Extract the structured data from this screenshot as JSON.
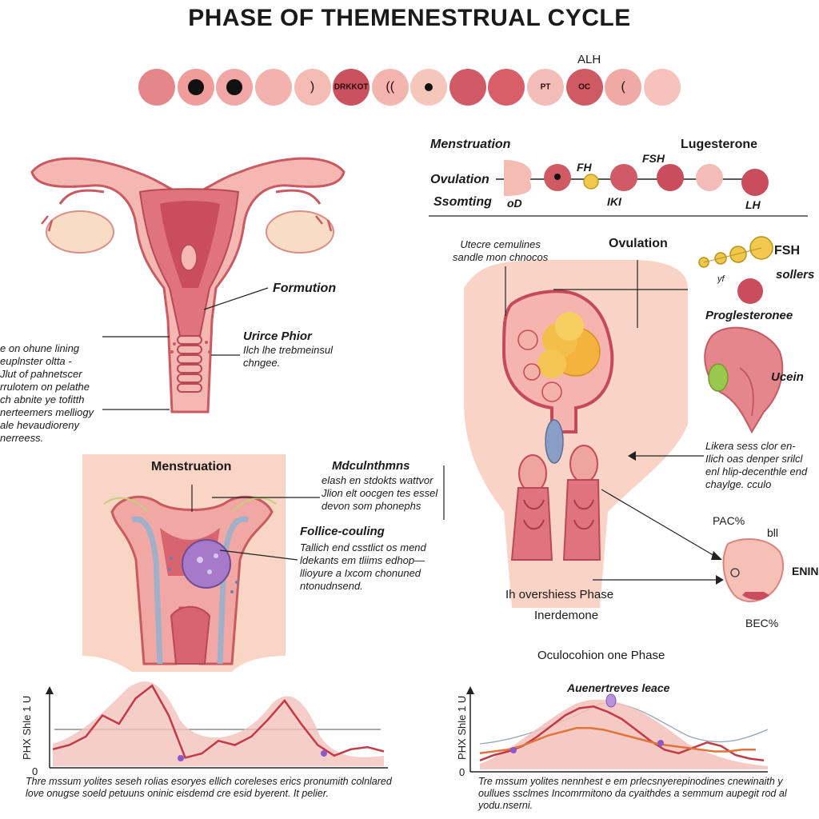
{
  "title": "PHASE OF THEMENESTRUAL CYCLE",
  "top_strip": {
    "marker": "ALH",
    "circles": [
      {
        "color": "#e5868a",
        "label": ""
      },
      {
        "color": "#ef9c9a",
        "label": "dot-large"
      },
      {
        "color": "#f0a7a5",
        "label": "dot-large"
      },
      {
        "color": "#f3b2ad",
        "label": ""
      },
      {
        "color": "#f4bcb3",
        "label": ")"
      },
      {
        "color": "#c9525e",
        "label": "DRKKOT"
      },
      {
        "color": "#f3b5ad",
        "label": "(("
      },
      {
        "color": "#f6c6bd",
        "label": "dot-small"
      },
      {
        "color": "#d05a65",
        "label": ""
      },
      {
        "color": "#d85e68",
        "label": ""
      },
      {
        "color": "#f4bcb6",
        "label": "PT"
      },
      {
        "color": "#cf5a63",
        "label": "OC"
      },
      {
        "color": "#f0aaa6",
        "label": "("
      },
      {
        "color": "#f6c2bb",
        "label": ""
      }
    ]
  },
  "legend_right": {
    "menstruation": "Menstruation",
    "lugesterone": "Lugesterone",
    "ovulation": "Ovulation",
    "fh": "FH",
    "fsh": "FSH",
    "ssomting": "Ssomting",
    "od": "oD",
    "iki": "IKI",
    "lh": "LH"
  },
  "uterus_top": {
    "formution": "Formution",
    "urirce_title": "Urirce Phior",
    "urirce_text": [
      "Ilch lhe trebmeinsul",
      "chngee."
    ],
    "left_text": [
      "e on ohune lining",
      "euplnster oltta -",
      "Jlut of pahnetscer",
      "rrulotem on pelathe",
      "ch abnite ye tofitth",
      "nerteemers melliogy",
      "ale hevaudiorenу",
      "nerreess."
    ]
  },
  "uterus_bottom": {
    "menstruation": "Menstruation",
    "mid_title": "Mdculnthmns",
    "mid_text": [
      "elash en stdokts wattvor",
      "Jlion elt oocgen tes essel",
      "devon som phonephs"
    ],
    "follicle_title": "Follice-couling",
    "follicle_text": [
      "Tallich end csstlict os mend",
      "ldekants em tliims edhop—",
      "llioyure a Ixcom chonuned",
      "ntonudnsend."
    ]
  },
  "ovary_panel": {
    "top_text": [
      "Utecre cemulines",
      "sandle mon chnocos"
    ],
    "ovulation": "Ovulation",
    "fsh": "FSH",
    "sollers": "sollers",
    "yf": "yf",
    "progesterone": "Proglesteronee",
    "ucein": "Ucein",
    "likera_text": [
      "Likera sess clor en-",
      "Ilich oas denper srilcl",
      "enl hlip-decenthle end",
      "chaylge.          cculo"
    ],
    "pac": "PAC%",
    "bil": "bll",
    "enin": "ENIN",
    "bec": "BEC%",
    "phase1": "Ih overshiess Phase",
    "phase2": "Inerdemone",
    "oculo": "Oculocohion one Phase"
  },
  "chart_left": {
    "ylabel": "PHX Shle 1 U",
    "y0": "0",
    "caption": "Thre mssum yolites seseh rolias esoryes ellich coreleses erics pronumith colnlared love onugse soeld petuuns oninic eisdemd cre esid byerent. It pelier."
  },
  "chart_right": {
    "ylabel": "PHX Shle 1 U",
    "y0": "0",
    "title": "Auenertreves leace",
    "caption": "Tre mssum yolites nennhest e em prlecsnyerepinodines cnewinaith y oullues ssclmes Incomrmitono da cyaithdes a semmum aupegit rod al yodu.nserni."
  },
  "chart_data": [
    {
      "type": "line",
      "ylabel": "PHX Shle 1 U",
      "x": [
        0,
        1,
        2,
        3,
        4,
        5,
        6,
        7,
        8,
        9,
        10,
        11,
        12,
        13,
        14,
        15,
        16,
        17,
        18,
        19,
        20
      ],
      "series": [
        {
          "values": [
            0.8,
            1.0,
            1.4,
            2.4,
            2.0,
            3.2,
            3.8,
            2.4,
            0.4,
            0.6,
            1.2,
            1.0,
            1.4,
            2.2,
            3.1,
            2.0,
            1.0,
            0.5,
            0.8,
            0.9,
            0.7
          ]
        }
      ],
      "ylim": [
        0,
        4
      ]
    },
    {
      "type": "line",
      "ylabel": "PHX Shle 1 U",
      "title": "Auenertreves leace",
      "x": [
        0,
        1,
        2,
        3,
        4,
        5,
        6,
        7,
        8,
        9,
        10,
        11,
        12,
        13,
        14,
        15,
        16,
        17,
        18,
        19,
        20
      ],
      "series": [
        {
          "values": [
            0.5,
            0.8,
            1.0,
            1.3,
            1.8,
            2.4,
            3.0,
            3.4,
            3.5,
            3.2,
            2.8,
            2.2,
            1.6,
            1.1,
            0.9,
            1.2,
            1.5,
            1.3,
            0.8,
            0.6,
            0.5
          ]
        },
        {
          "values": [
            0.9,
            1.0,
            1.1,
            1.3,
            1.6,
            1.9,
            2.1,
            2.3,
            2.3,
            2.2,
            2.0,
            1.8,
            1.6,
            1.4,
            1.3,
            1.2,
            1.1,
            1.0,
            1.0,
            1.1,
            1.1
          ]
        }
      ],
      "ylim": [
        0,
        4
      ]
    }
  ]
}
